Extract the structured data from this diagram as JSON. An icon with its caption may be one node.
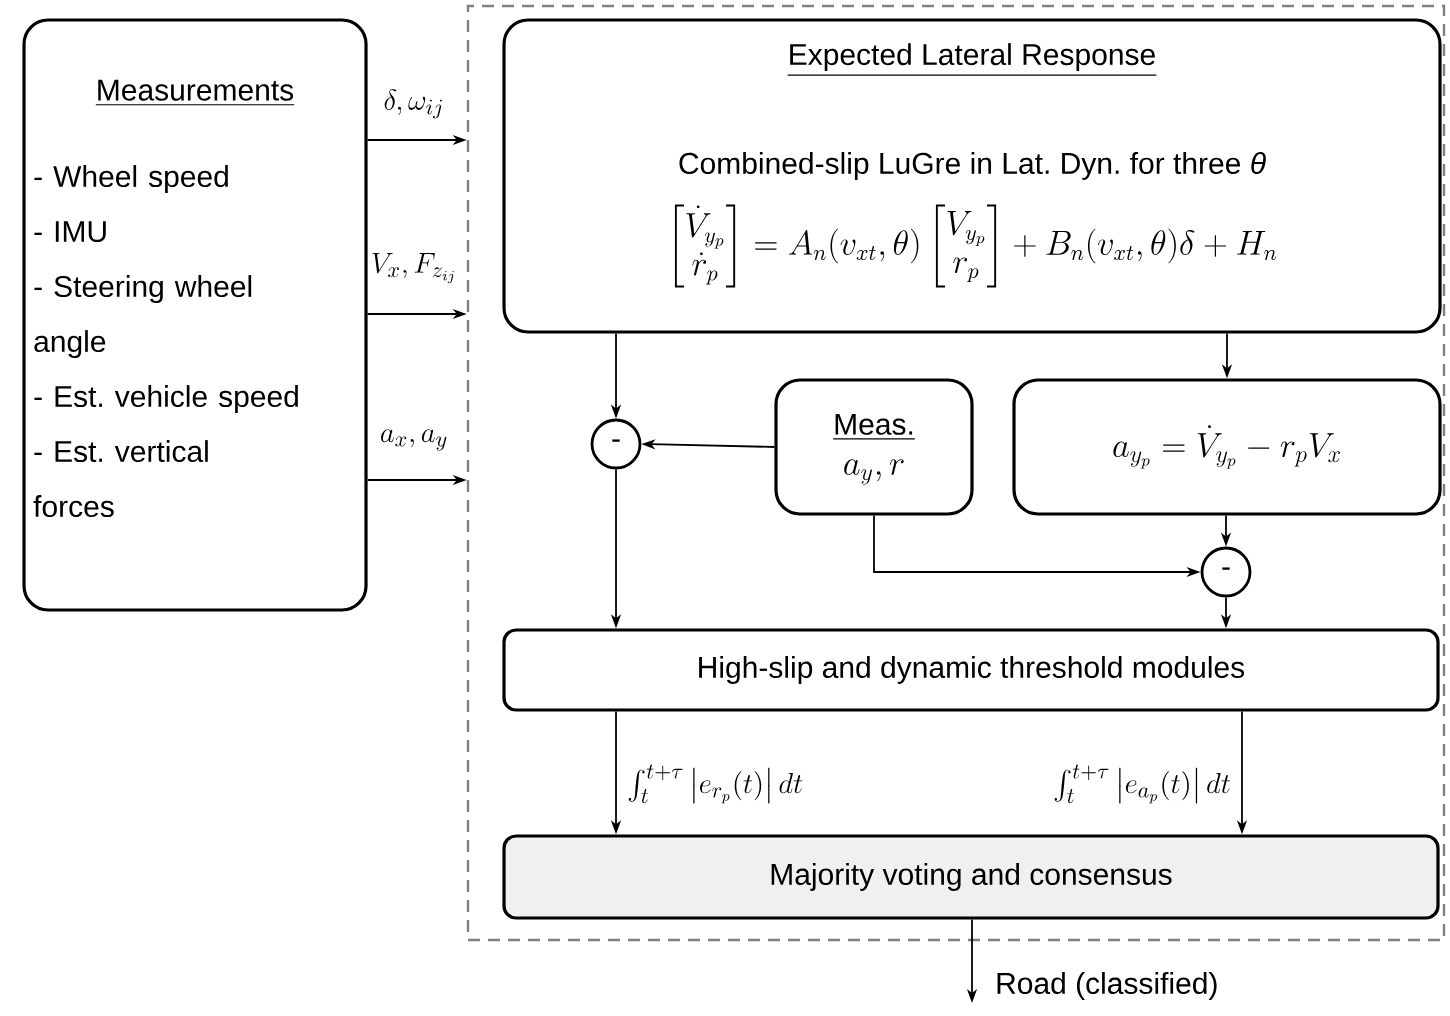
{
  "diagram": {
    "nodes": [
      {
        "text": [
          "Measurements",
          "- Wheel speed",
          "- IMU",
          "- Steering wheel angle",
          "- Est. vehicle speed",
          "- Est. vertical forces"
        ]
      },
      {
        "text": [],
        "shape": "box"
      },
      {
        "text": [
          "Expected Lateral Response",
          "Combined-slip LuGre in Lat. Dyn. for three *θ*",
          "\\begin{bmatrix}\\dot{V}_{y_p}\\\\ \\dot{r}_p\\end{bmatrix} = A_n(v_{xt},\\theta)\\begin{bmatrix}V_{y_p}\\\\ r_p\\end{bmatrix} + B_n(v_{xt},\\theta)\\delta + H_n"
        ],
        "in": 1
      },
      {
        "text": [
          "-"
        ],
        "in": 1
      },
      {
        "text": [
          "Meas.",
          "a_y, r"
        ],
        "in": 1
      },
      {
        "text": [
          "a_{y_p} = \\dot{V}_{y_p} - r_p V_x"
        ],
        "in": 1
      },
      {
        "text": [
          "-"
        ],
        "in": 1
      },
      {
        "text": [
          "High-slip and dynamic threshold modules"
        ],
        "in": 1
      },
      {
        "text": [
          "Majority voting and consensus"
        ],
        "in": 1
      },
      {
        "text": [
          "Road (classified)"
        ]
      }
    ],
    "edges": [
      {
        "from": 0,
        "to": 1,
        "arrow": "to",
        "label": "\\delta, \\omega_{ij}"
      },
      {
        "from": 0,
        "to": 1,
        "arrow": "to",
        "label": "V_x, F_{z_{ij}}"
      },
      {
        "from": 0,
        "to": 1,
        "arrow": "to",
        "label": "a_x, a_y"
      },
      {
        "from": 2,
        "to": 3,
        "arrow": "to"
      },
      {
        "from": 4,
        "to": 3,
        "arrow": "to"
      },
      {
        "from": 3,
        "to": 7,
        "arrow": "to"
      },
      {
        "from": 2,
        "to": 5,
        "arrow": "to"
      },
      {
        "from": 5,
        "to": 6,
        "arrow": "to"
      },
      {
        "from": 4,
        "to": 6,
        "arrow": "to"
      },
      {
        "from": 6,
        "to": 7,
        "arrow": "to"
      },
      {
        "from": 7,
        "to": 8,
        "arrow": "to",
        "label": "\\int_t^{t+\\tau}\\left|e_{r_p}(t)\\right|dt"
      },
      {
        "from": 7,
        "to": 8,
        "arrow": "to",
        "label": "\\int_t^{t+\\tau}\\left|e_{a_p}(t)\\right|dt"
      },
      {
        "from": 8,
        "to": 9,
        "arrow": "to"
      }
    ]
  }
}
